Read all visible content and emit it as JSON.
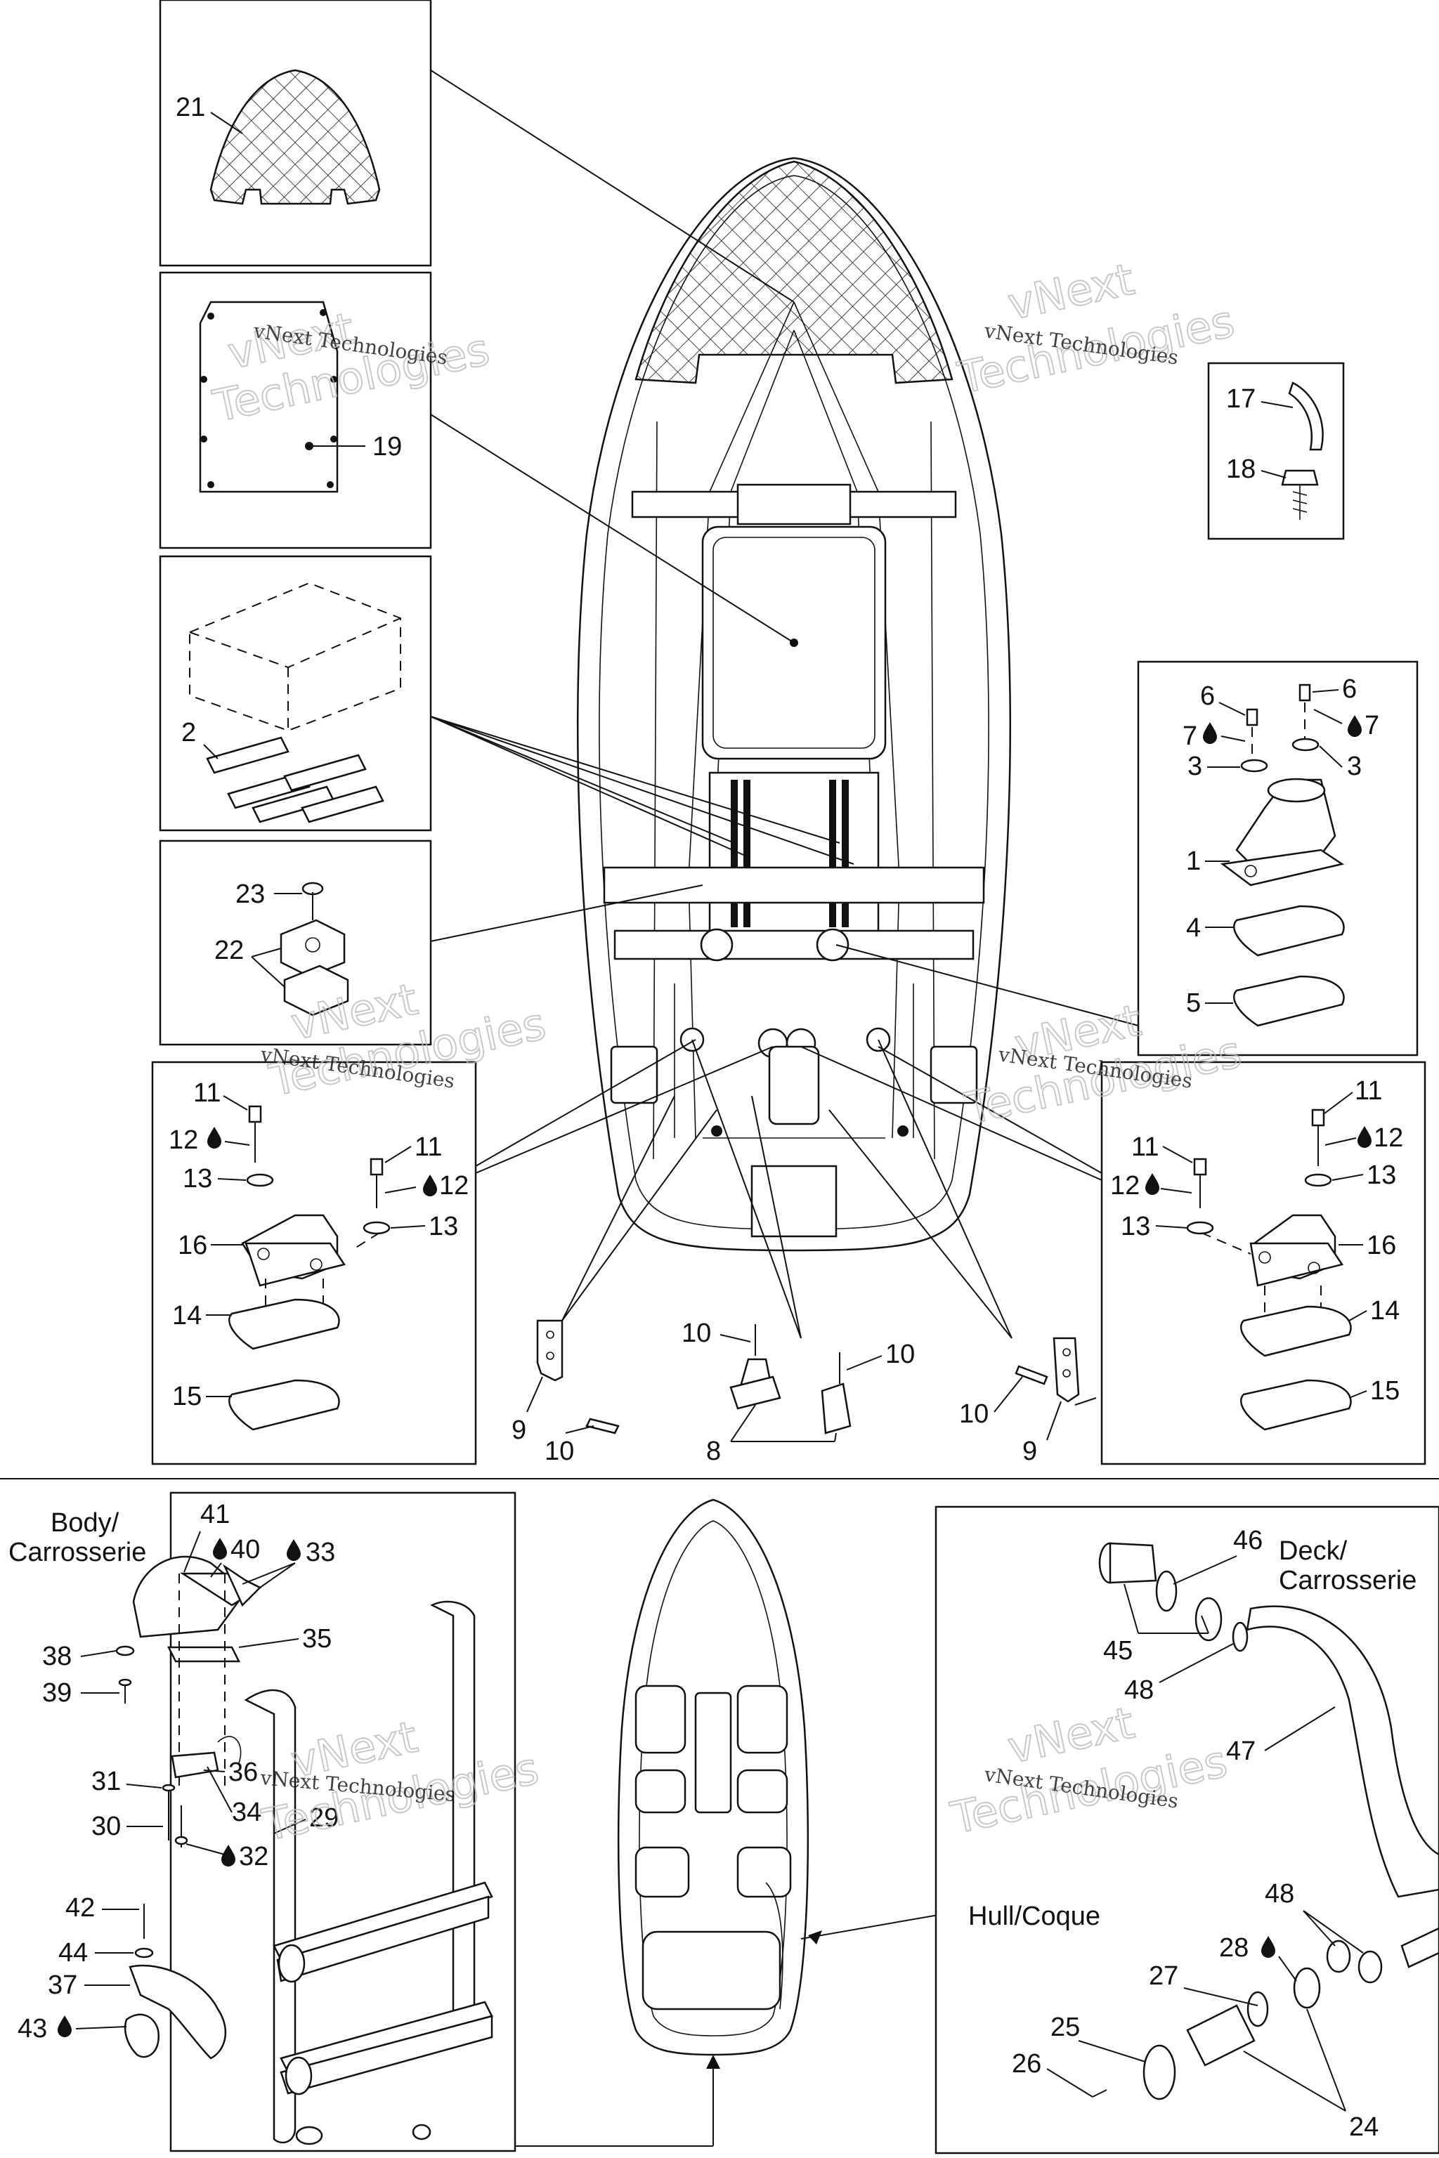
{
  "watermark": {
    "line1": "vNext Technologies",
    "big1": "vNext",
    "big2": "Technologies"
  },
  "callouts": {
    "n1": "1",
    "n2": "2",
    "n3": "3",
    "n4": "4",
    "n5": "5",
    "n6": "6",
    "n7": "7",
    "n8": "8",
    "n9": "9",
    "n10": "10",
    "n11": "11",
    "n12": "12",
    "n13": "13",
    "n14": "14",
    "n15": "15",
    "n16": "16",
    "n17": "17",
    "n18": "18",
    "n19": "19",
    "n21": "21",
    "n22": "22",
    "n23": "23",
    "n24": "24",
    "n25": "25",
    "n26": "26",
    "n27": "27",
    "n28": "28",
    "n29": "29",
    "n30": "30",
    "n31": "31",
    "n32": "32",
    "n33": "33",
    "n34": "34",
    "n35": "35",
    "n36": "36",
    "n37": "37",
    "n38": "38",
    "n39": "39",
    "n40": "40",
    "n41": "41",
    "n42": "42",
    "n43": "43",
    "n44": "44",
    "n45": "45",
    "n46": "46",
    "n47": "47",
    "n48": "48"
  },
  "text_labels": {
    "body1": "Body/",
    "body2": "Carrosserie",
    "deck1": "Deck/",
    "deck2": "Carrosserie",
    "hull": "Hull/Coque"
  },
  "colors": {
    "ink": "#111111",
    "paper": "#ffffff",
    "watermark": "#bbbbbb"
  },
  "icons": {
    "drop": "sealant-drop-icon"
  }
}
